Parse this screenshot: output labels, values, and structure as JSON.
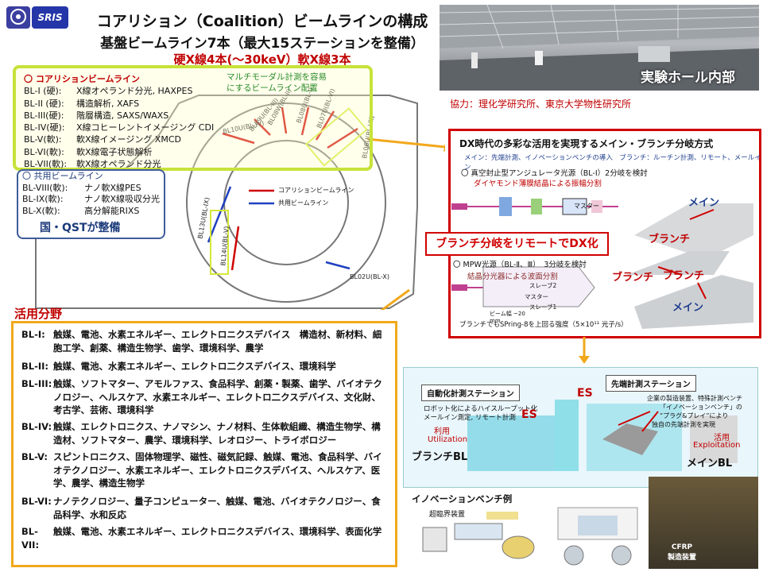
{
  "logos": {
    "left": "",
    "right": "SRIS"
  },
  "header": {
    "title": "コアリション（Coalition）ビームラインの構成",
    "subtitle": "基盤ビームライン7本（最大15ステーションを整備）",
    "subtitle2": "硬X線4本(～30keV）軟X線3本"
  },
  "photo": {
    "caption": "実験ホール内部"
  },
  "cooperation": "協力：理化学研究所、東京大学物性研究所",
  "coalition": {
    "heading": "〇 コアリションビームライン",
    "items": [
      {
        "id": "BL-I (硬):",
        "desc": "X線オペランド分光, HAXPES"
      },
      {
        "id": "BL-II (硬):",
        "desc": "構造解析, XAFS"
      },
      {
        "id": "BL-III(硬):",
        "desc": "階層構造, SAXS/WAXS"
      },
      {
        "id": "BL-IV(硬):",
        "desc": "X線コヒーレントイメージング CDI"
      },
      {
        "id": "BL-V(軟):",
        "desc": "軟X線イメージング XMCD"
      },
      {
        "id": "BL-VI(軟):",
        "desc": "軟X線電子状態解析"
      },
      {
        "id": "BL-VII(軟):",
        "desc": "軟X線オペランド分光"
      }
    ],
    "multimodal": [
      "マルチモーダル計測を容易",
      "にするビームライン配置"
    ]
  },
  "shared": {
    "heading": "〇 共用ビームライン",
    "items": [
      {
        "id": "BL-VIII(軟):",
        "desc": "ナノ軟X線PES"
      },
      {
        "id": "BL-IX(軟):",
        "desc": "ナノ軟X線吸収分光"
      },
      {
        "id": "BL-X(軟):",
        "desc": "高分解能RIXS"
      }
    ],
    "note": "国・QSTが整備"
  },
  "ring": {
    "legend_coalition": "コアリションビームライン",
    "legend_shared": "共用ビームライン",
    "labels": [
      "BL10U(BL-IV)",
      "BL09U(BL-III)",
      "BL08W(BL-II)",
      "BL08U(BL-I)",
      "BL07U(BL-VI)",
      "BL06U(BL-VII)",
      "BL13U(BL-IX)",
      "BL14U(BL-V)",
      "BL02U(BL-X)"
    ]
  },
  "usage": {
    "heading": "活用分野",
    "items": [
      {
        "id": "BL-I:",
        "text": "触媒、電池、水素エネルギー、エレクトロニクスデバイス　構造材、新材料、細胞工学、創薬、構造生物学、歯学、環境科学、農学"
      },
      {
        "id": "BL-II:",
        "text": "触媒、電池、水素エネルギー、エレクトロ二クスデバイス、環境科学"
      },
      {
        "id": "BL-III:",
        "text": "触媒、ソフトマター、アモルファス、食品科学、創薬・製薬、歯学、バイオテクノロジー、ヘルスケア、水素エネルギー、エレクトロ二クスデバイス、文化財、考古学、芸術、環境科学"
      },
      {
        "id": "BL-IV:",
        "text": "触媒、エレクトロニクス、ナノマシン、ナノ材料、生体軟組織、構造生物学、構造材、ソフトマター、農学、環境科学、レオロジー、トライボロジー"
      },
      {
        "id": "BL-V:",
        "text": "スピントロニクス、固体物理学、磁性、磁気記録、触媒、電池、食品科学、バイオテクノロジー、水素エネルギー、エレクトロニクスデバイス、ヘルスケア、医学、農学、構造生物学"
      },
      {
        "id": "BL-VI:",
        "text": "ナノテクノロジー、量子コンピューター、触媒、電池、バイオテクノロジー、食品科学、水和反応"
      },
      {
        "id": "BL-VII:",
        "text": "触媒、電池、水素エネルギー、エレクトロニクスデバイス、環境科学、表面化学"
      }
    ]
  },
  "dx": {
    "title": "DX時代の多彩な活用を実現するメイン・ブランチ分岐方式",
    "sub1": "メイン：先端計測、イノベーションベンチの導入",
    "sub2": "ブランチ：ルーチン計測、リモート、メールイン",
    "line1": "〇 真空封止型アンジュレータ光源（BL-Ⅰ）2分岐を検討",
    "line1b": "ダイヤモンド薄膜結晶による振幅分割",
    "line2": "〇 MPW光源（BL-Ⅱ、Ⅲ）　3分岐を検討",
    "line2b": "結晶分光器による波面分割",
    "line3": "ブランチでもSPring-8を上回る強度（5×10¹¹ 光子/s）",
    "remote": "ブランチ分岐をリモートでDX化",
    "main": "メイン",
    "branch": "ブランチ",
    "master": "マスター",
    "slave1": "スレーブ1",
    "slave2": "スレーブ2",
    "beamwidth": "ビーム幅 ~20 mm"
  },
  "stations": {
    "auto_title": "自動化計測ステーション",
    "auto_desc": [
      "ロボット化によるハイスループット化",
      "メールイン測定, リモート計測"
    ],
    "adv_title": "先端計測ステーション",
    "adv_desc": [
      "企業の製造装置、特殊計測ベンチ",
      "「イノベーションベンチ」の",
      "“プラグ&プレイ”により",
      "独自の先端計測を実現"
    ],
    "es": "ES",
    "use_label": "利用",
    "use_en": "Utilization",
    "branchBL": "ブランチBL",
    "exp_label": "活用",
    "exp_en": "Exploitation",
    "mainBL": "メインBL"
  },
  "bench": {
    "title": "イノベーションベンチ例",
    "sub": "超臨界装置",
    "cfrp": [
      "CFRP",
      "製造装置"
    ]
  }
}
